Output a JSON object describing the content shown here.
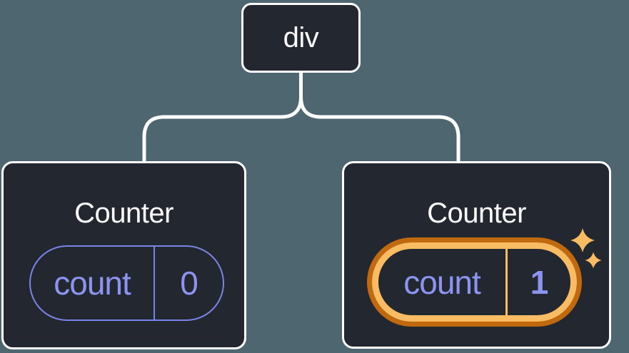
{
  "diagram": {
    "description": "Component tree: div root with two Counter children and their state pills",
    "root": {
      "label": "div"
    },
    "children": [
      {
        "title": "Counter",
        "state": {
          "key": "count",
          "value": "0"
        },
        "highlighted": false
      },
      {
        "title": "Counter",
        "state": {
          "key": "count",
          "value": "1"
        },
        "highlighted": true
      }
    ]
  },
  "icons": {
    "sparkles": "sparkles-icon (two four-point stars marking fresh state)"
  },
  "colors": {
    "canvas_background": "#4D6670",
    "node_fill": "#23272F",
    "node_border": "#FFFFFF",
    "connector_line": "#FFFFFF",
    "state_purple_border": "#7B83E8",
    "state_purple_text": "#8C94F0",
    "highlight_orange_dark": "#C1690F",
    "highlight_orange_light": "#F9BC62",
    "label_text": "#FBFBFD"
  }
}
